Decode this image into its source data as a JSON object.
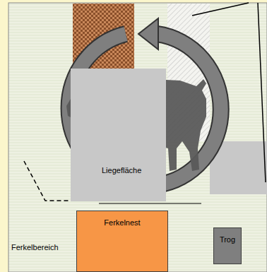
{
  "diagram": {
    "nodes": [
      {
        "text": [
          "Liegefläche"
        ]
      },
      {
        "text": [
          "Ferkelnest"
        ]
      },
      {
        "text": [
          "Trog"
        ]
      }
    ],
    "labels": [
      "Ferkelbereich"
    ]
  }
}
